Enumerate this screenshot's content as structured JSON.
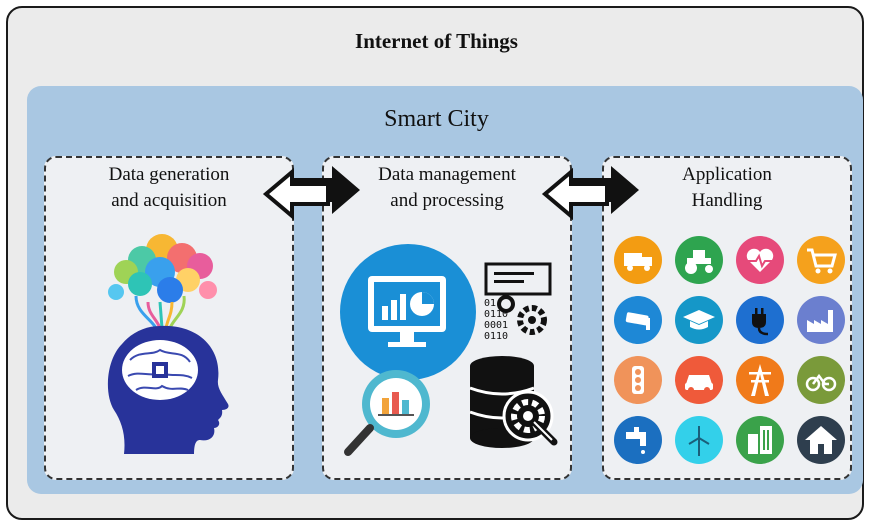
{
  "diagram": {
    "outer_title": "Internet of Things",
    "inner_title": "Smart City",
    "panels": [
      {
        "line1": "Data generation",
        "line2": "and acquisition"
      },
      {
        "line1": "Data management",
        "line2": "and processing"
      },
      {
        "line1": "Application",
        "line2": "Handling"
      }
    ],
    "binary_code": [
      "01",
      "0110",
      "0001",
      "0110"
    ],
    "arrows": [
      {
        "between": "Data generation and acquisition / Data management and processing",
        "direction": "bidirectional"
      },
      {
        "between": "Data management and processing / Application Handling",
        "direction": "bidirectional"
      }
    ],
    "app_icons": [
      {
        "icon": "truck-icon",
        "color": "#f39c12"
      },
      {
        "icon": "tractor-icon",
        "color": "#2ea44f"
      },
      {
        "icon": "heart-rate-icon",
        "color": "#e64a7a"
      },
      {
        "icon": "shopping-cart-icon",
        "color": "#f5a11c"
      },
      {
        "icon": "security-camera-icon",
        "color": "#1e88d6"
      },
      {
        "icon": "graduation-cap-icon",
        "color": "#1597c8"
      },
      {
        "icon": "power-plug-icon",
        "color": "#1e6fd0"
      },
      {
        "icon": "factory-icon",
        "color": "#6b7fcf"
      },
      {
        "icon": "traffic-light-icon",
        "color": "#f0935a"
      },
      {
        "icon": "car-icon",
        "color": "#ef5a3a"
      },
      {
        "icon": "power-tower-icon",
        "color": "#f07a1a"
      },
      {
        "icon": "bicycle-icon",
        "color": "#7a9a3a"
      },
      {
        "icon": "water-tap-icon",
        "color": "#1b6fc0"
      },
      {
        "icon": "wind-turbine-icon",
        "color": "#33d0ea"
      },
      {
        "icon": "building-icon",
        "color": "#3aa24a"
      },
      {
        "icon": "home-icon",
        "color": "#2e3e4e"
      }
    ]
  }
}
